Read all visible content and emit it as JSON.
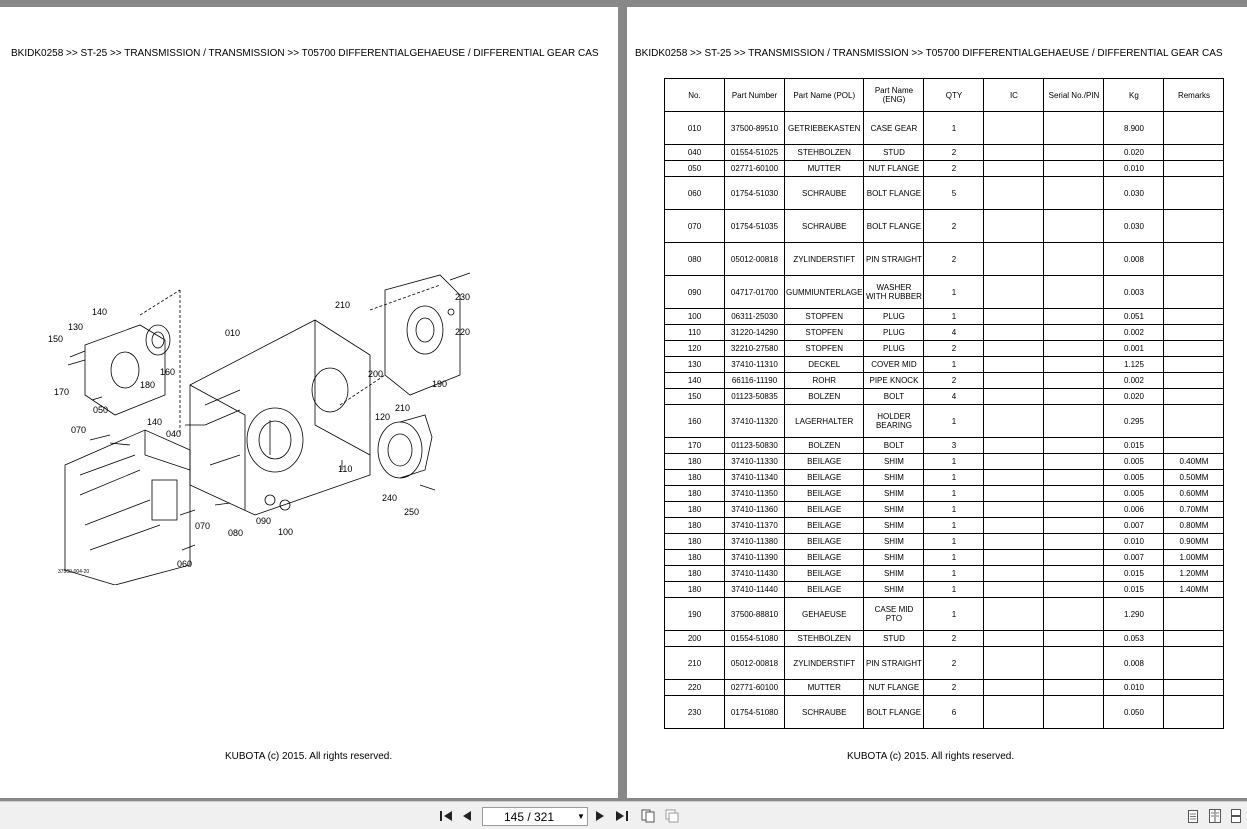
{
  "breadcrumb": "BKIDK0258 >> ST-25 >> TRANSMISSION / TRANSMISSION >> T05700   DIFFERENTIALGEHAEUSE / DIFFERENTIAL  GEAR  CAS",
  "footer": "KUBOTA (c) 2015. All rights reserved.",
  "diagram": {
    "callouts": [
      "140",
      "130",
      "150",
      "170",
      "160",
      "180",
      "050",
      "070",
      "140",
      "040",
      "010",
      "210",
      "200",
      "110",
      "120",
      "210",
      "240",
      "250",
      "230",
      "220",
      "190",
      "070",
      "080",
      "090",
      "100",
      "060"
    ],
    "figure_code": "37500-004-20"
  },
  "table": {
    "headers": [
      "No.",
      "Part Number",
      "Part Name (POL)",
      "Part Name (ENG)",
      "QTY",
      "IC",
      "Serial No./PIN",
      "Kg",
      "Remarks"
    ],
    "rows": [
      [
        "010",
        "37500-89510",
        "GETRIEBEKASTEN",
        "CASE GEAR",
        "1",
        "",
        "",
        "8.900",
        ""
      ],
      [
        "040",
        "01554-51025",
        "STEHBOLZEN",
        "STUD",
        "2",
        "",
        "",
        "0.020",
        ""
      ],
      [
        "050",
        "02771-60100",
        "MUTTER",
        "NUT FLANGE",
        "2",
        "",
        "",
        "0.010",
        ""
      ],
      [
        "060",
        "01754-51030",
        "SCHRAUBE",
        "BOLT FLANGE",
        "5",
        "",
        "",
        "0.030",
        ""
      ],
      [
        "070",
        "01754-51035",
        "SCHRAUBE",
        "BOLT FLANGE",
        "2",
        "",
        "",
        "0.030",
        ""
      ],
      [
        "080",
        "05012-00818",
        "ZYLINDERSTIFT",
        "PIN STRAIGHT",
        "2",
        "",
        "",
        "0.008",
        ""
      ],
      [
        "090",
        "04717-01700",
        "GUMMIUNTERLAGE",
        "WASHER WITH RUBBER",
        "1",
        "",
        "",
        "0.003",
        ""
      ],
      [
        "100",
        "06311-25030",
        "STOPFEN",
        "PLUG",
        "1",
        "",
        "",
        "0.051",
        ""
      ],
      [
        "110",
        "31220-14290",
        "STOPFEN",
        "PLUG",
        "4",
        "",
        "",
        "0.002",
        ""
      ],
      [
        "120",
        "32210-27580",
        "STOPFEN",
        "PLUG",
        "2",
        "",
        "",
        "0.001",
        ""
      ],
      [
        "130",
        "37410-11310",
        "DECKEL",
        "COVER MID",
        "1",
        "",
        "",
        "1.125",
        ""
      ],
      [
        "140",
        "66116-11190",
        "ROHR",
        "PIPE KNOCK",
        "2",
        "",
        "",
        "0.002",
        ""
      ],
      [
        "150",
        "01123-50835",
        "BOLZEN",
        "BOLT",
        "4",
        "",
        "",
        "0.020",
        ""
      ],
      [
        "160",
        "37410-11320",
        "LAGERHALTER",
        "HOLDER BEARING",
        "1",
        "",
        "",
        "0.295",
        ""
      ],
      [
        "170",
        "01123-50830",
        "BOLZEN",
        "BOLT",
        "3",
        "",
        "",
        "0.015",
        ""
      ],
      [
        "180",
        "37410-11330",
        "BEILAGE",
        "SHIM",
        "1",
        "",
        "",
        "0.005",
        "0.40MM"
      ],
      [
        "180",
        "37410-11340",
        "BEILAGE",
        "SHIM",
        "1",
        "",
        "",
        "0.005",
        "0.50MM"
      ],
      [
        "180",
        "37410-11350",
        "BEILAGE",
        "SHIM",
        "1",
        "",
        "",
        "0.005",
        "0.60MM"
      ],
      [
        "180",
        "37410-11360",
        "BEILAGE",
        "SHIM",
        "1",
        "",
        "",
        "0.006",
        "0.70MM"
      ],
      [
        "180",
        "37410-11370",
        "BEILAGE",
        "SHIM",
        "1",
        "",
        "",
        "0.007",
        "0.80MM"
      ],
      [
        "180",
        "37410-11380",
        "BEILAGE",
        "SHIM",
        "1",
        "",
        "",
        "0.010",
        "0.90MM"
      ],
      [
        "180",
        "37410-11390",
        "BEILAGE",
        "SHIM",
        "1",
        "",
        "",
        "0.007",
        "1.00MM"
      ],
      [
        "180",
        "37410-11430",
        "BEILAGE",
        "SHIM",
        "1",
        "",
        "",
        "0.015",
        "1.20MM"
      ],
      [
        "180",
        "37410-11440",
        "BEILAGE",
        "SHIM",
        "1",
        "",
        "",
        "0.015",
        "1.40MM"
      ],
      [
        "190",
        "37500-88810",
        "GEHAEUSE",
        "CASE MID PTO",
        "1",
        "",
        "",
        "1.290",
        ""
      ],
      [
        "200",
        "01554-51080",
        "STEHBOLZEN",
        "STUD",
        "2",
        "",
        "",
        "0.053",
        ""
      ],
      [
        "210",
        "05012-00818",
        "ZYLINDERSTIFT",
        "PIN STRAIGHT",
        "2",
        "",
        "",
        "0.008",
        ""
      ],
      [
        "220",
        "02771-60100",
        "MUTTER",
        "NUT FLANGE",
        "2",
        "",
        "",
        "0.010",
        ""
      ],
      [
        "230",
        "01754-51080",
        "SCHRAUBE",
        "BOLT FLANGE",
        "6",
        "",
        "",
        "0.050",
        ""
      ]
    ]
  },
  "toolbar": {
    "page_indicator": "145 / 321"
  }
}
